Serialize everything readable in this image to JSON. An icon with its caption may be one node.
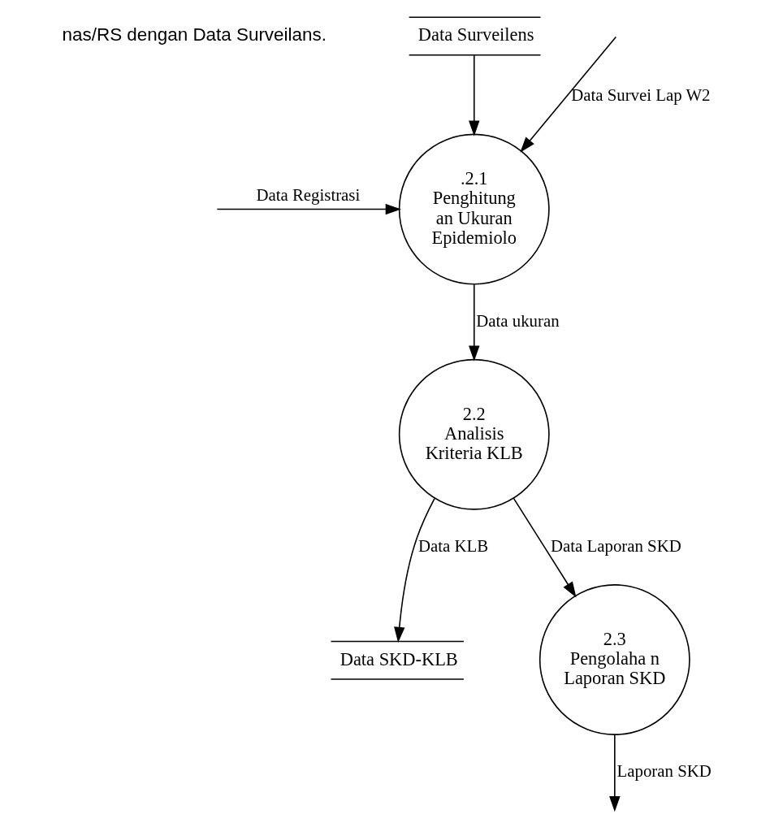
{
  "diagram": {
    "nodes": [
      {
        "text": [
          ".2.1",
          "Penghitung an Ukuran Epidemiolo"
        ]
      },
      {
        "text": [
          "Data Surveilens"
        ]
      },
      {
        "text": [
          "2.2",
          "Analisis Kriteria KLB"
        ]
      },
      {
        "text": [
          "Data SKD-KLB"
        ]
      },
      {
        "text": [
          "2.3",
          "Pengolaha n Laporan SKD"
        ]
      }
    ],
    "edges": [
      {
        "from": null,
        "to": 0,
        "arrow": "to",
        "label": "Data Registrasi"
      },
      {
        "from": null,
        "to": 0,
        "arrow": "to",
        "label": "Data Survei Lap W2"
      },
      {
        "from": 1,
        "to": 0,
        "arrow": "to"
      },
      {
        "from": 0,
        "to": 2,
        "arrow": "to",
        "label": "Data ukuran"
      },
      {
        "from": 2,
        "to": 3,
        "arrow": "to",
        "label": "Data KLB"
      },
      {
        "from": 2,
        "to": 4,
        "arrow": "to",
        "label": "Data Laporan SKD"
      },
      {
        "from": 4,
        "to": null,
        "arrow": "to",
        "label": "Laporan SKD"
      }
    ],
    "labels": [
      "nas/RS dengan Data Surveilans."
    ]
  }
}
